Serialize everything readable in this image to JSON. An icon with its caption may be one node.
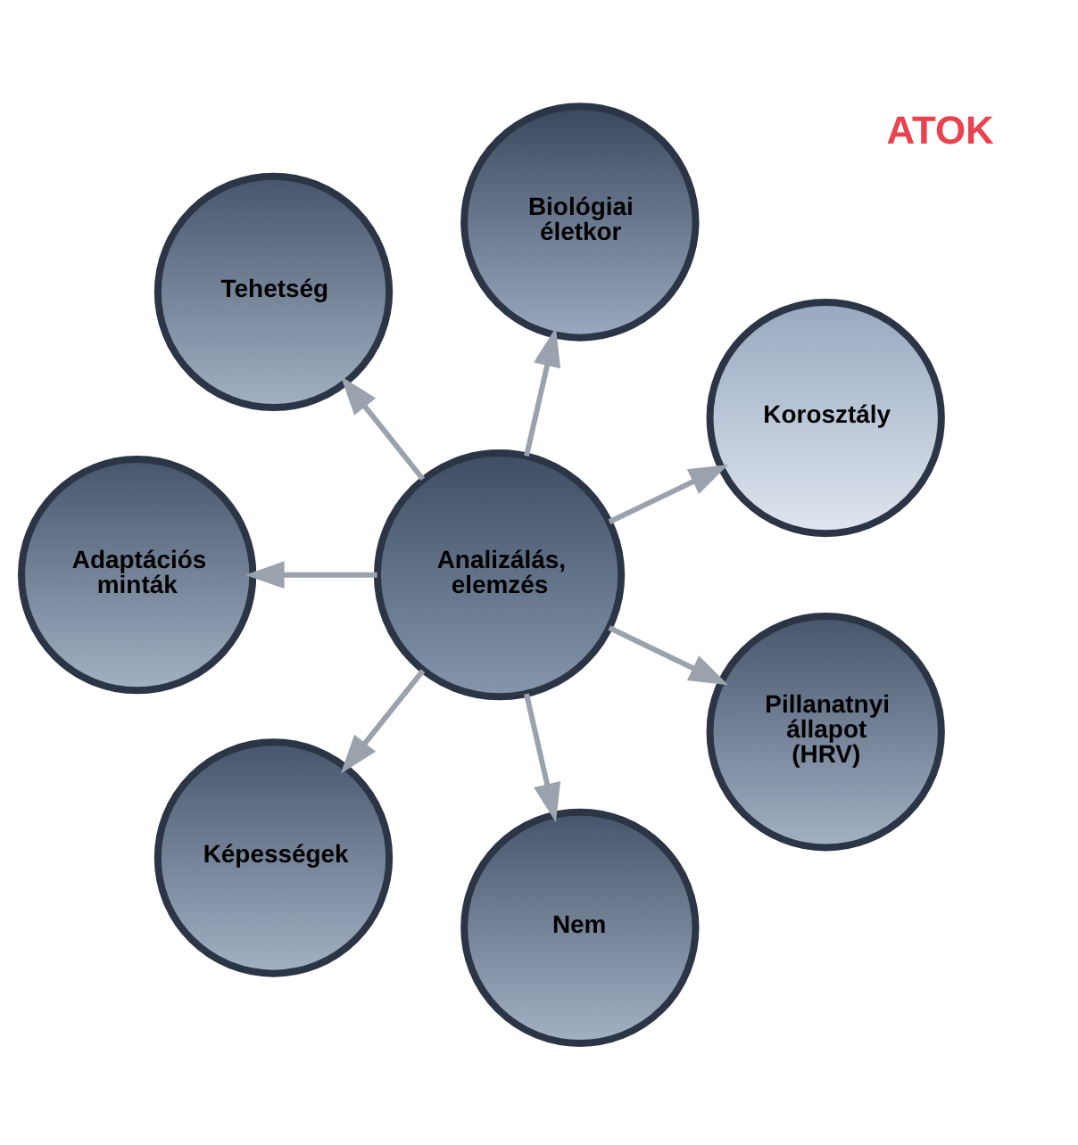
{
  "diagram": {
    "nodes": [
      {
        "text": [
          "Analizálás, elemzés"
        ]
      },
      {
        "text": [
          "Korosztály"
        ]
      },
      {
        "text": [
          "Biológiai életkor"
        ]
      },
      {
        "text": [
          "Tehetség"
        ]
      },
      {
        "text": [
          "Adaptációs minták"
        ]
      },
      {
        "text": [
          "Képességek"
        ]
      },
      {
        "text": [
          "Nem"
        ]
      },
      {
        "text": [
          "Pillanatnyi állapot (HRV)"
        ]
      }
    ],
    "edges": [
      {
        "from": 0,
        "to": 1,
        "arrow": "to"
      },
      {
        "from": 0,
        "to": 2,
        "arrow": "to"
      },
      {
        "from": 0,
        "to": 3,
        "arrow": "to"
      },
      {
        "from": 0,
        "to": 4,
        "arrow": "to"
      },
      {
        "from": 0,
        "to": 5,
        "arrow": "to"
      },
      {
        "from": 0,
        "to": 6,
        "arrow": "to"
      },
      {
        "from": 0,
        "to": 7,
        "arrow": "to"
      }
    ],
    "labels": [
      "ATOK"
    ]
  }
}
